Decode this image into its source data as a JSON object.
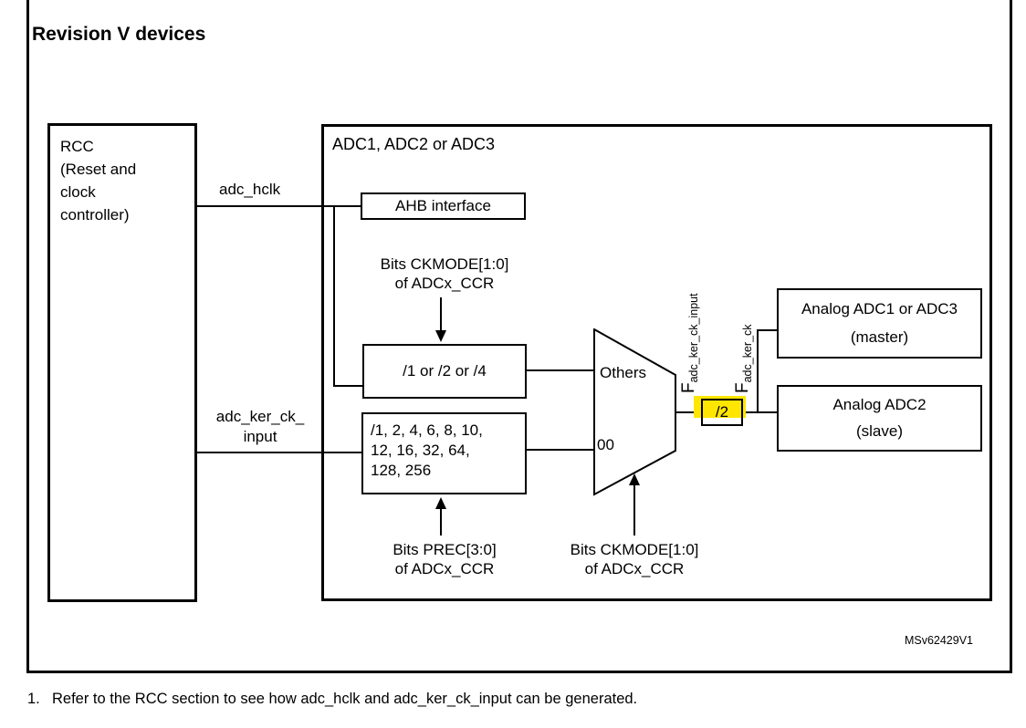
{
  "title": "Revision V devices",
  "diagram": {
    "rcc_box": {
      "lines": [
        "RCC",
        "(Reset and",
        "clock",
        "controller)"
      ]
    },
    "adc_box_label": "ADC1, ADC2 or ADC3",
    "ahb_box_label": "AHB interface",
    "signals": {
      "adc_hclk": "adc_hclk",
      "adc_ker_line1": "adc_ker_ck_",
      "adc_ker_line2": "input"
    },
    "ckmode_top": {
      "line1": "Bits CKMODE[1:0]",
      "line2": "of ADCx_CCR"
    },
    "prescaler1_label": "/1 or /2 or /4",
    "prescaler2": {
      "lines": [
        "/1, 2, 4, 6, 8, 10,",
        "12, 16, 32, 64,",
        "128, 256"
      ]
    },
    "prec_label": {
      "line1": "Bits PREC[3:0]",
      "line2": "of ADCx_CCR"
    },
    "ckmode_bottom": {
      "line1": "Bits CKMODE[1:0]",
      "line2": "of ADCx_CCR"
    },
    "mux": {
      "input_others": "Others",
      "input_00": "00"
    },
    "freq_labels": {
      "f1_main": "F",
      "f1_sub": "adc_ker_ck_input",
      "f2_main": "F",
      "f2_sub": "adc_ker_ck"
    },
    "div2_label": "/2",
    "master_box": {
      "line1": "Analog ADC1 or ADC3",
      "line2": "(master)"
    },
    "slave_box": {
      "line1": "Analog ADC2",
      "line2": "(slave)"
    },
    "watermark": "MSv62429V1"
  },
  "footnote": {
    "number": "1.",
    "text": "Refer to the RCC section to see how adc_hclk and adc_ker_ck_input can be generated."
  },
  "colors": {
    "highlight": "#ffe600",
    "line": "#000000",
    "background": "#ffffff"
  }
}
